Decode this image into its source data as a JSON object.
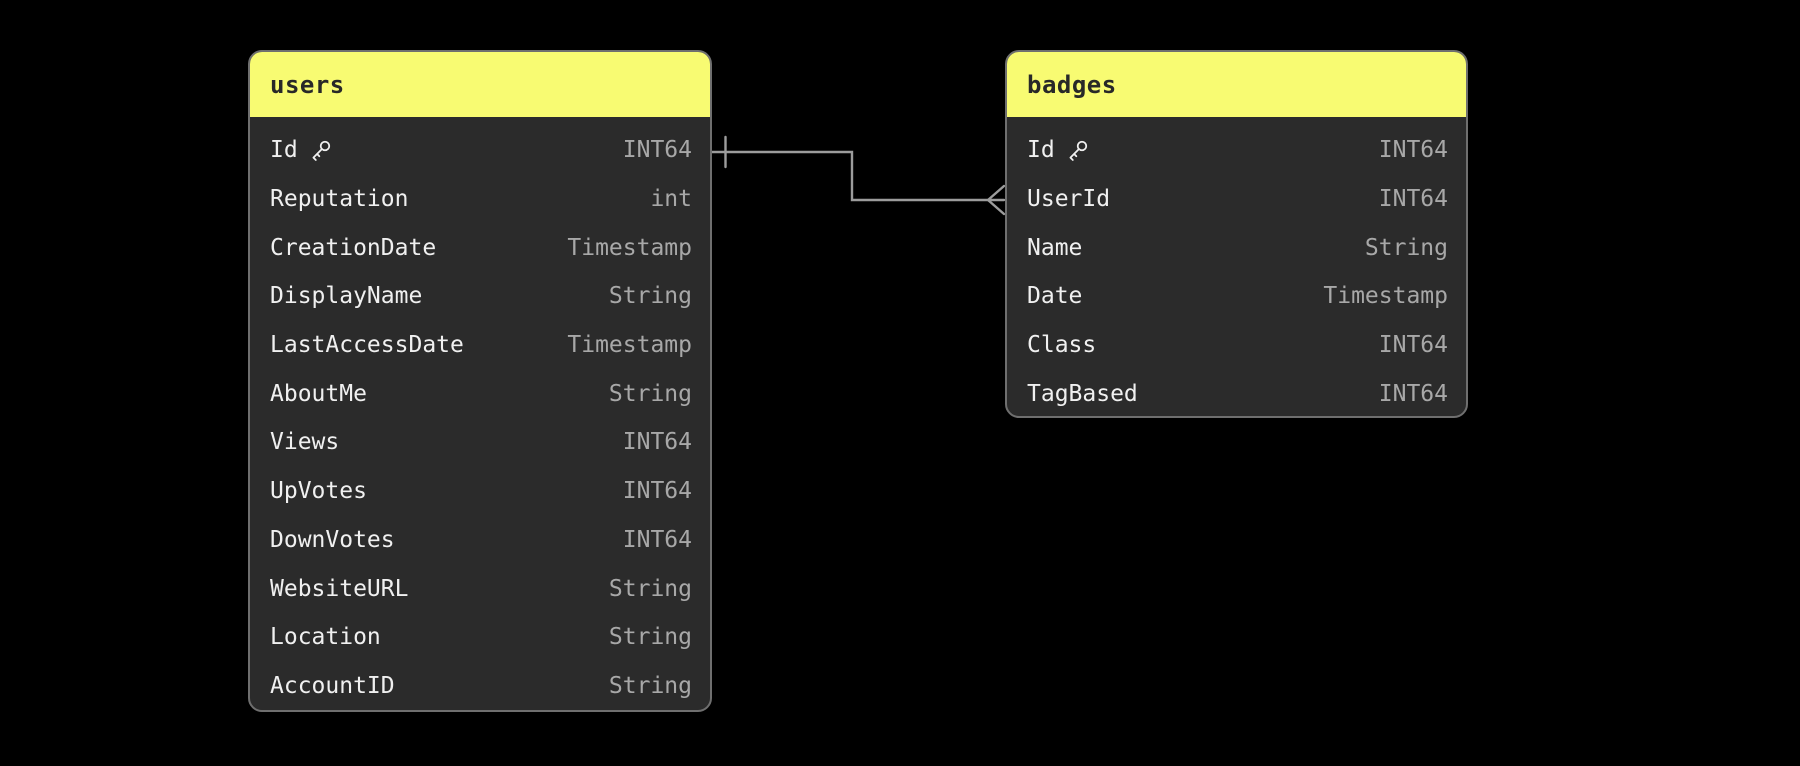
{
  "background": "#000000",
  "colors": {
    "table_header_bg": "#f8fb72",
    "table_body_bg": "#2b2b2b",
    "table_border": "#6f6f6f",
    "table_header_text": "#282828",
    "field_name_text": "#f0f0f0",
    "field_type_text": "#a8a8a8",
    "connector_line": "#9c9c9c"
  },
  "tables": [
    {
      "name": "users",
      "fields": [
        {
          "name": "Id",
          "type": "INT64",
          "primary_key": true
        },
        {
          "name": "Reputation",
          "type": "int",
          "primary_key": false
        },
        {
          "name": "CreationDate",
          "type": "Timestamp",
          "primary_key": false
        },
        {
          "name": "DisplayName",
          "type": "String",
          "primary_key": false
        },
        {
          "name": "LastAccessDate",
          "type": "Timestamp",
          "primary_key": false
        },
        {
          "name": "AboutMe",
          "type": "String",
          "primary_key": false
        },
        {
          "name": "Views",
          "type": "INT64",
          "primary_key": false
        },
        {
          "name": "UpVotes",
          "type": "INT64",
          "primary_key": false
        },
        {
          "name": "DownVotes",
          "type": "INT64",
          "primary_key": false
        },
        {
          "name": "WebsiteURL",
          "type": "String",
          "primary_key": false
        },
        {
          "name": "Location",
          "type": "String",
          "primary_key": false
        },
        {
          "name": "AccountID",
          "type": "String",
          "primary_key": false
        }
      ]
    },
    {
      "name": "badges",
      "fields": [
        {
          "name": "Id",
          "type": "INT64",
          "primary_key": true
        },
        {
          "name": "UserId",
          "type": "INT64",
          "primary_key": false
        },
        {
          "name": "Name",
          "type": "String",
          "primary_key": false
        },
        {
          "name": "Date",
          "type": "Timestamp",
          "primary_key": false
        },
        {
          "name": "Class",
          "type": "INT64",
          "primary_key": false
        },
        {
          "name": "TagBased",
          "type": "INT64",
          "primary_key": false
        }
      ]
    }
  ],
  "relationship": {
    "from_table": "users",
    "from_field": "Id",
    "from_cardinality": "one",
    "to_table": "badges",
    "to_field": "UserId",
    "to_cardinality": "many"
  },
  "icons": {
    "primary_key": "key-icon"
  }
}
